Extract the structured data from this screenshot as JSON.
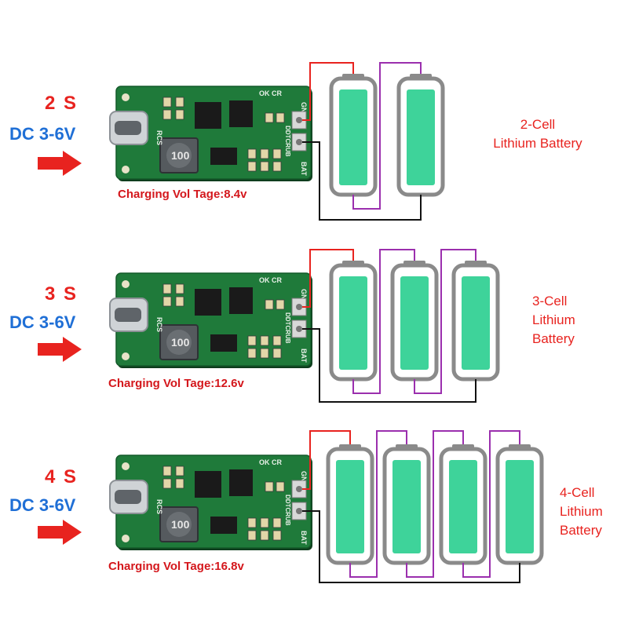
{
  "panels": [
    {
      "series": "2 S",
      "input": "DC  3-6V",
      "charging": "Charging Vol Tage:8.4v",
      "cell_text": [
        "2-Cell",
        "Lithium Battery"
      ],
      "cells": 2
    },
    {
      "series": "3 S",
      "input": "DC  3-6V",
      "charging": "Charging Vol Tage:12.6v",
      "cell_text": [
        "3-Cell",
        "Lithium",
        "Battery"
      ],
      "cells": 3
    },
    {
      "series": "4 S",
      "input": "DC  3-6V",
      "charging": "Charging Vol Tage:16.8v",
      "cell_text": [
        "4-Cell",
        "Lithium",
        "Battery"
      ],
      "cells": 4
    }
  ],
  "board": {
    "inductor_label": "100",
    "pins": [
      "GND",
      "BAT"
    ],
    "leds": "OK CR",
    "chip_label": "DDTCRUB",
    "rcs": "RCS"
  },
  "colors": {
    "arrow": "#e8231f",
    "series_text": "#e8231f",
    "input_text": "#1f6fd6",
    "pcb": "#1f7a3a",
    "battery_fill": "#3ed39a",
    "battery_case": "#8a8a8a",
    "wire_positive": "#e8231f",
    "wire_series": "#9b2fae",
    "wire_negative": "#111111"
  }
}
